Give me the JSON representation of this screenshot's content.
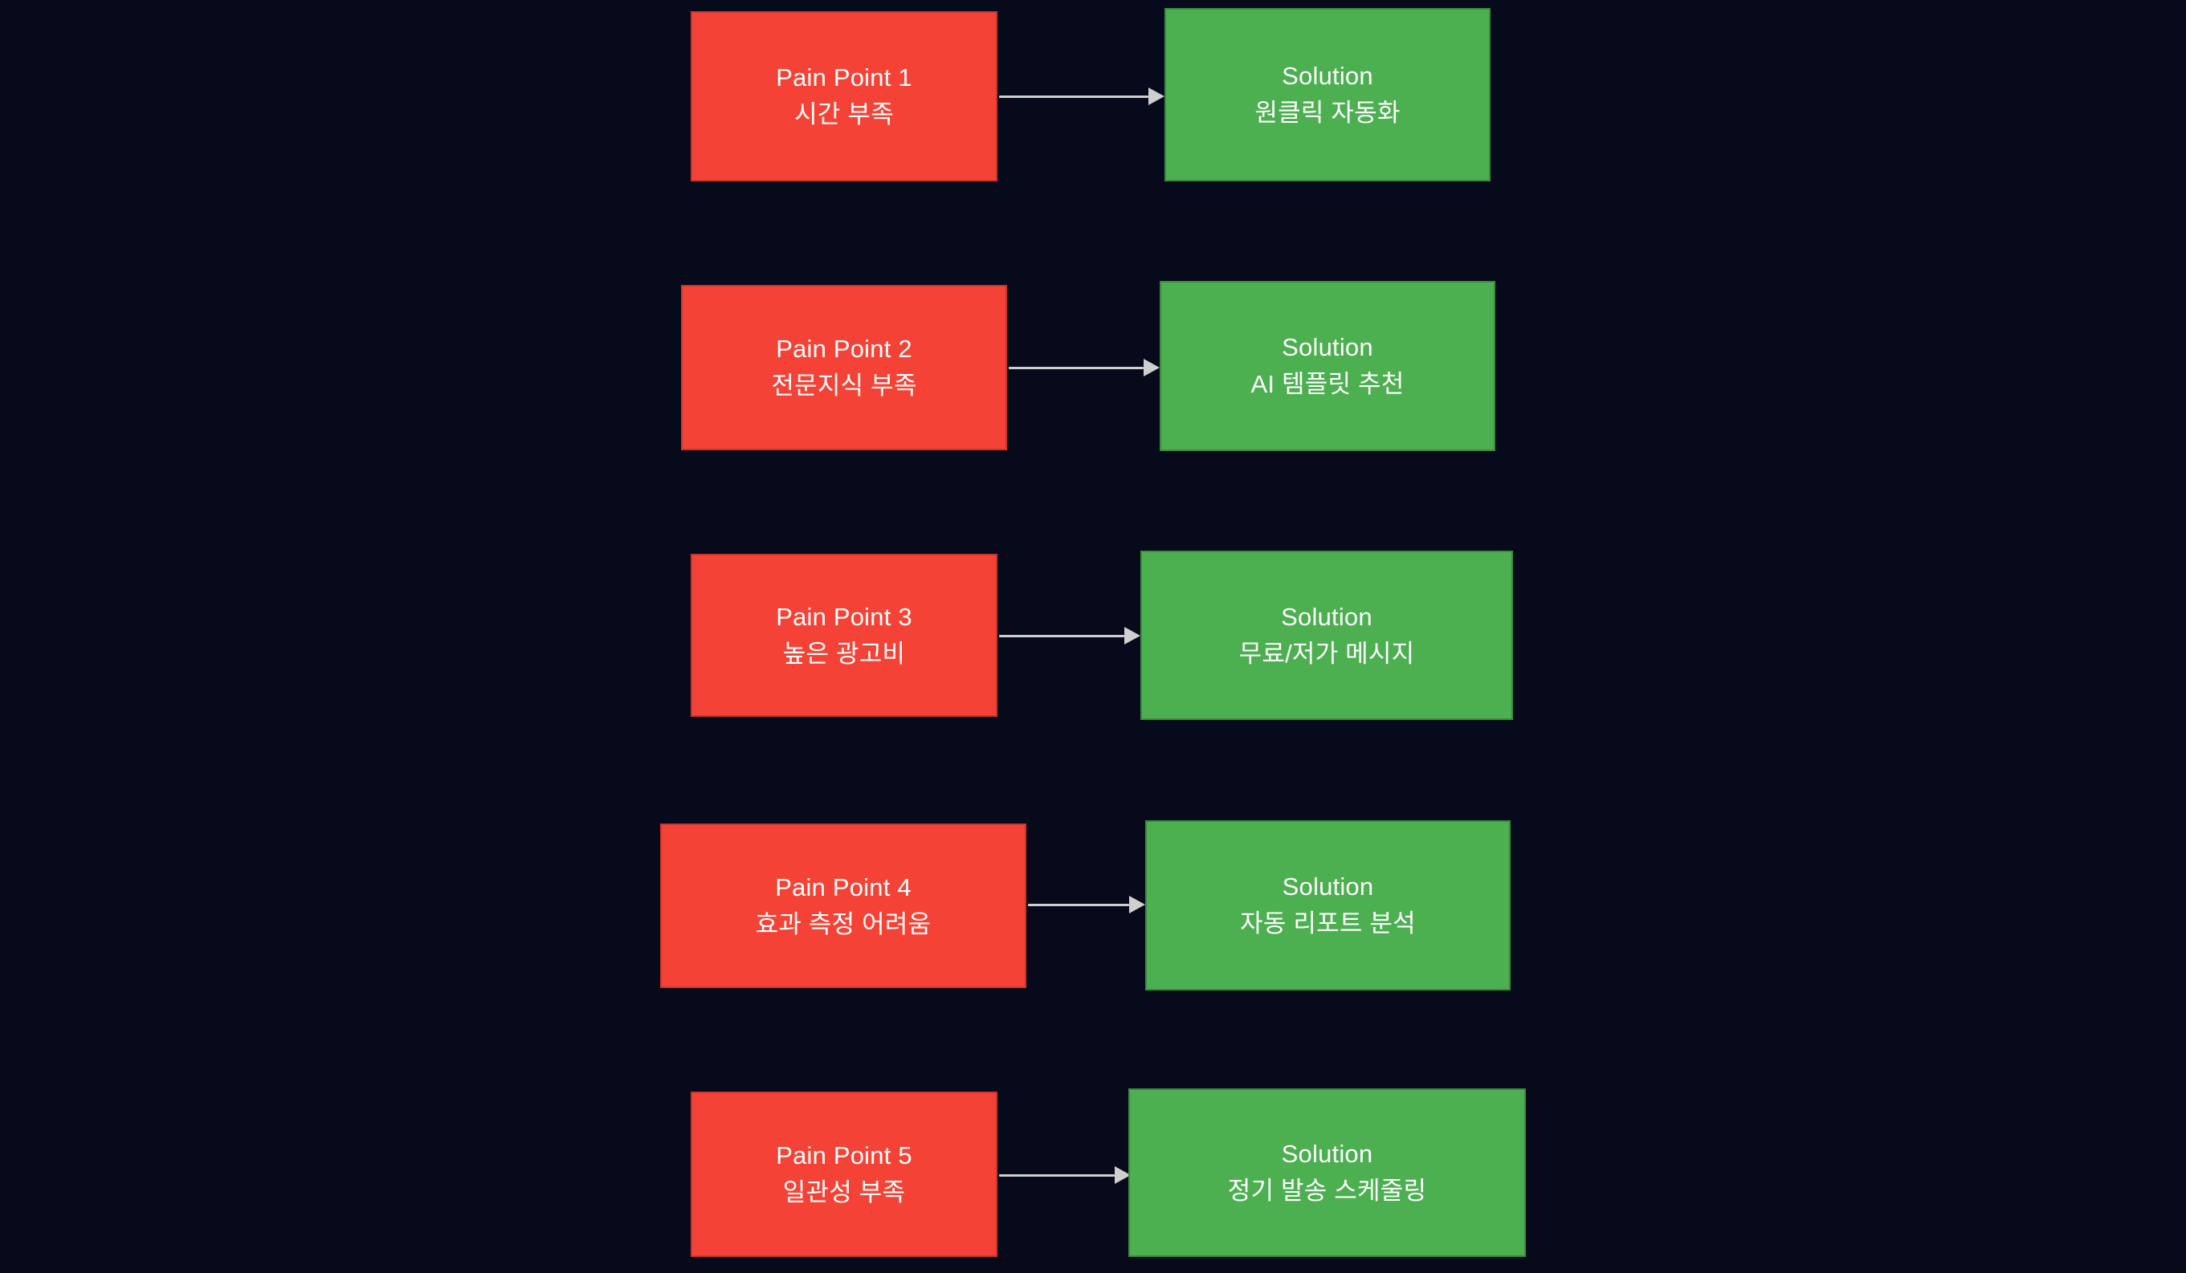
{
  "diagram": {
    "background_color": "#060a1a",
    "pain_color": "#f44336",
    "pain_border_color": "#d0342c",
    "solution_color": "#4caf50",
    "solution_border_color": "#3d8b40",
    "arrow_color": "#cfcfcf",
    "text_color": "#ffffff",
    "type": "pain-point-to-solution-mapping",
    "rows": [
      {
        "pain": {
          "title": "Pain Point 1",
          "detail": "시간 부족"
        },
        "solution": {
          "title": "Solution",
          "detail": "원클릭 자동화"
        }
      },
      {
        "pain": {
          "title": "Pain Point 2",
          "detail": "전문지식 부족"
        },
        "solution": {
          "title": "Solution",
          "detail": "AI 템플릿 추천"
        }
      },
      {
        "pain": {
          "title": "Pain Point 3",
          "detail": "높은 광고비"
        },
        "solution": {
          "title": "Solution",
          "detail": "무료/저가 메시지"
        }
      },
      {
        "pain": {
          "title": "Pain Point 4",
          "detail": "효과 측정 어려움"
        },
        "solution": {
          "title": "Solution",
          "detail": "자동 리포트 분석"
        }
      },
      {
        "pain": {
          "title": "Pain Point 5",
          "detail": "일관성 부족"
        },
        "solution": {
          "title": "Solution",
          "detail": "정기 발송 스케줄링"
        }
      }
    ]
  }
}
